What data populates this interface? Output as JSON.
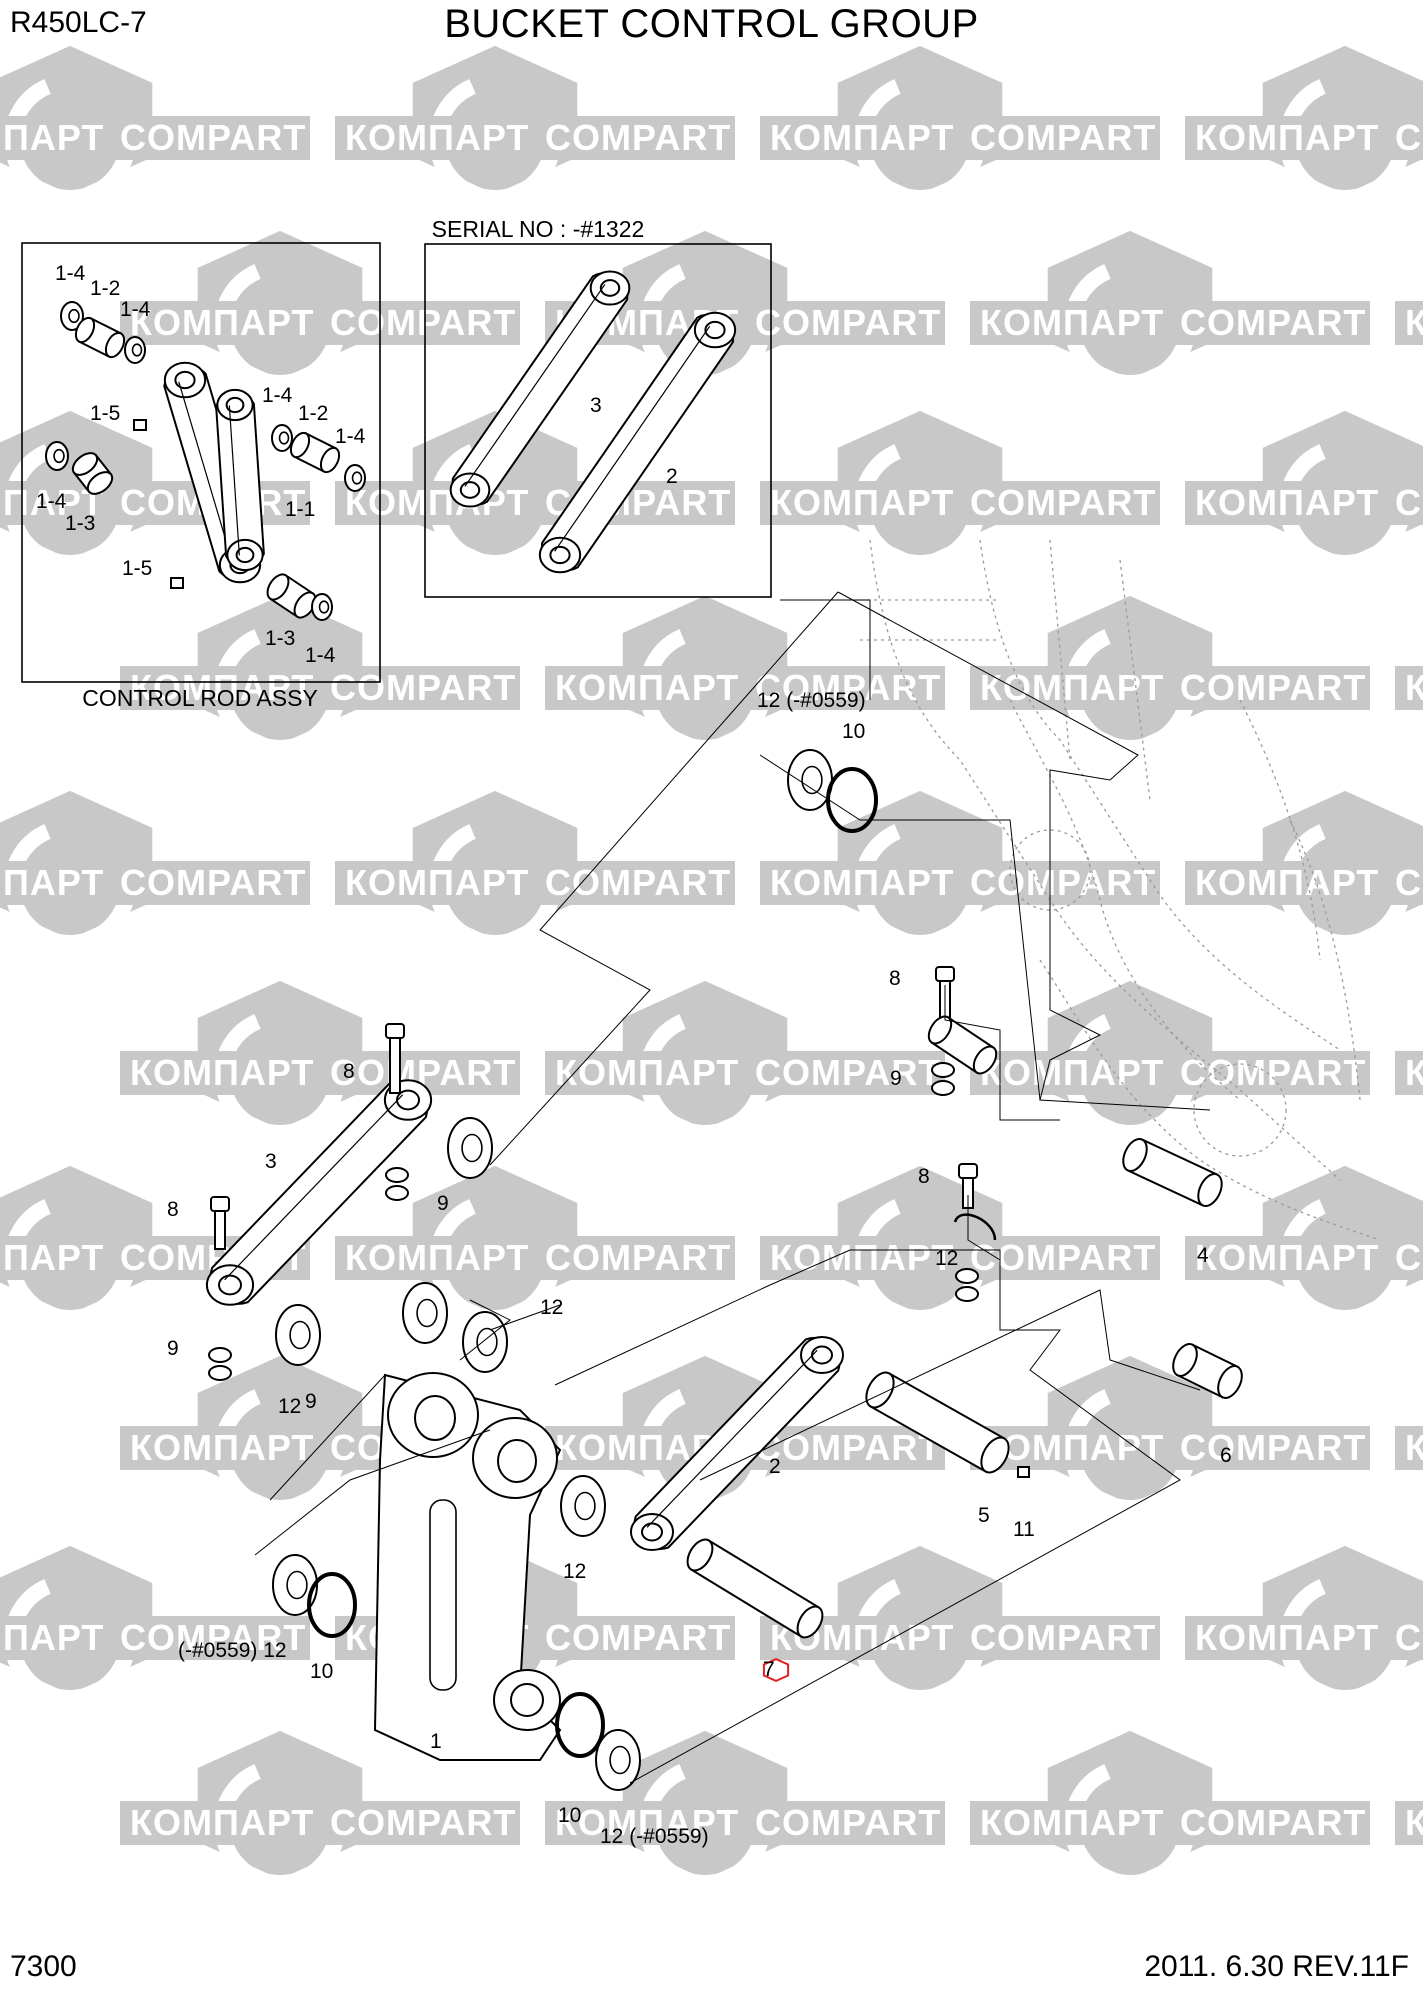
{
  "header": {
    "model": "R450LC-7",
    "title": "BUCKET CONTROL GROUP"
  },
  "footer": {
    "page_number": "7300",
    "date_revision": "2011. 6.30  REV.11F"
  },
  "watermark": {
    "latin": "COMPART",
    "cyrillic": "КОМПАРТ",
    "color": "#c8c8c8"
  },
  "insets": {
    "control_rod_assy": {
      "caption": "CONTROL ROD ASSY",
      "labels": [
        "1-4",
        "1-2",
        "1-4",
        "1-5",
        "1-4",
        "1-2",
        "1-4",
        "1-4",
        "1-3",
        "1-1",
        "1-5",
        "1-3",
        "1-4"
      ]
    },
    "serial_links": {
      "caption": "SERIAL NO : -#1322",
      "labels": [
        "3",
        "2"
      ]
    }
  },
  "main_labels": [
    "12 (-#0559)",
    "10",
    "8",
    "9",
    "8",
    "12",
    "3",
    "8",
    "9",
    "8",
    "9",
    "4",
    "12",
    "9",
    "12",
    "6",
    "2",
    "5",
    "11",
    "12",
    "(-#0559) 12",
    "10",
    "7",
    "1",
    "10",
    "12 (-#0559)"
  ],
  "highlight": {
    "label": "7",
    "color": "#e02020"
  }
}
